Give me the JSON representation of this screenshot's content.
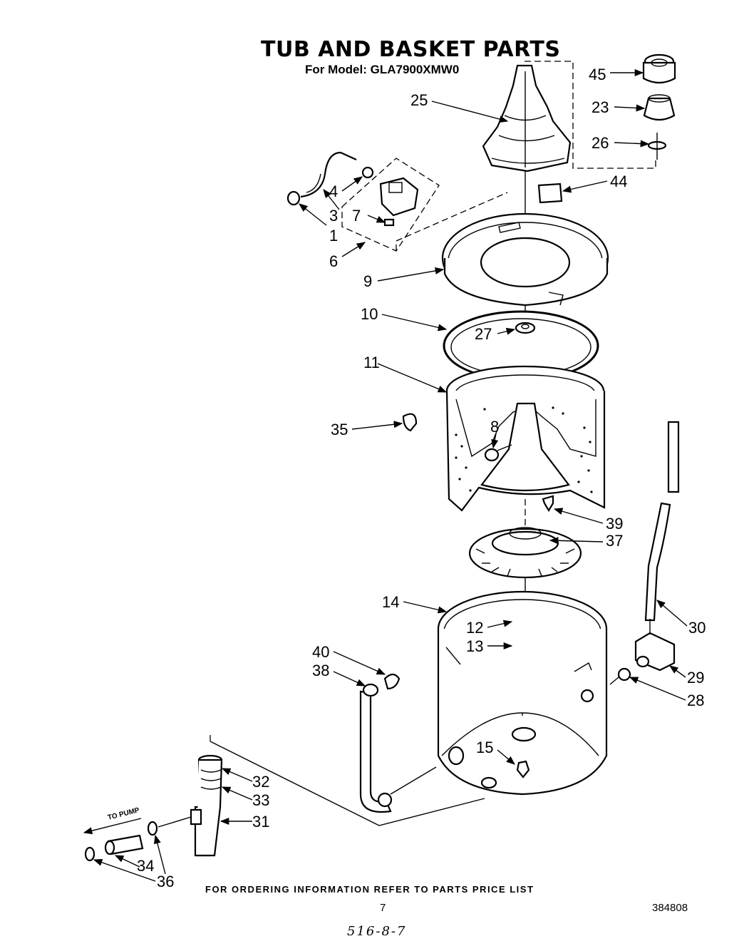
{
  "header": {
    "title": "TUB AND BASKET PARTS",
    "subtitle": "For Model: GLA7900XMW0"
  },
  "diagram": {
    "to_pump_label": "TO PUMP",
    "callouts": [
      {
        "id": "45",
        "label": "45"
      },
      {
        "id": "23",
        "label": "23"
      },
      {
        "id": "26",
        "label": "26"
      },
      {
        "id": "25",
        "label": "25"
      },
      {
        "id": "44",
        "label": "44"
      },
      {
        "id": "4",
        "label": "4"
      },
      {
        "id": "3",
        "label": "3"
      },
      {
        "id": "7",
        "label": "7"
      },
      {
        "id": "1",
        "label": "1"
      },
      {
        "id": "6",
        "label": "6"
      },
      {
        "id": "9",
        "label": "9"
      },
      {
        "id": "10",
        "label": "10"
      },
      {
        "id": "27",
        "label": "27"
      },
      {
        "id": "11",
        "label": "11"
      },
      {
        "id": "35",
        "label": "35"
      },
      {
        "id": "8",
        "label": "8"
      },
      {
        "id": "39",
        "label": "39"
      },
      {
        "id": "37",
        "label": "37"
      },
      {
        "id": "14",
        "label": "14"
      },
      {
        "id": "12",
        "label": "12"
      },
      {
        "id": "13",
        "label": "13"
      },
      {
        "id": "30",
        "label": "30"
      },
      {
        "id": "29",
        "label": "29"
      },
      {
        "id": "28",
        "label": "28"
      },
      {
        "id": "40",
        "label": "40"
      },
      {
        "id": "38",
        "label": "38"
      },
      {
        "id": "15",
        "label": "15"
      },
      {
        "id": "32",
        "label": "32"
      },
      {
        "id": "33",
        "label": "33"
      },
      {
        "id": "31",
        "label": "31"
      },
      {
        "id": "34",
        "label": "34"
      },
      {
        "id": "36",
        "label": "36"
      }
    ]
  },
  "footer": {
    "ordering_info": "FOR ORDERING INFORMATION REFER TO PARTS PRICE LIST",
    "page_number": "7",
    "document_number": "384808",
    "handwritten_note": "516-8-7"
  }
}
